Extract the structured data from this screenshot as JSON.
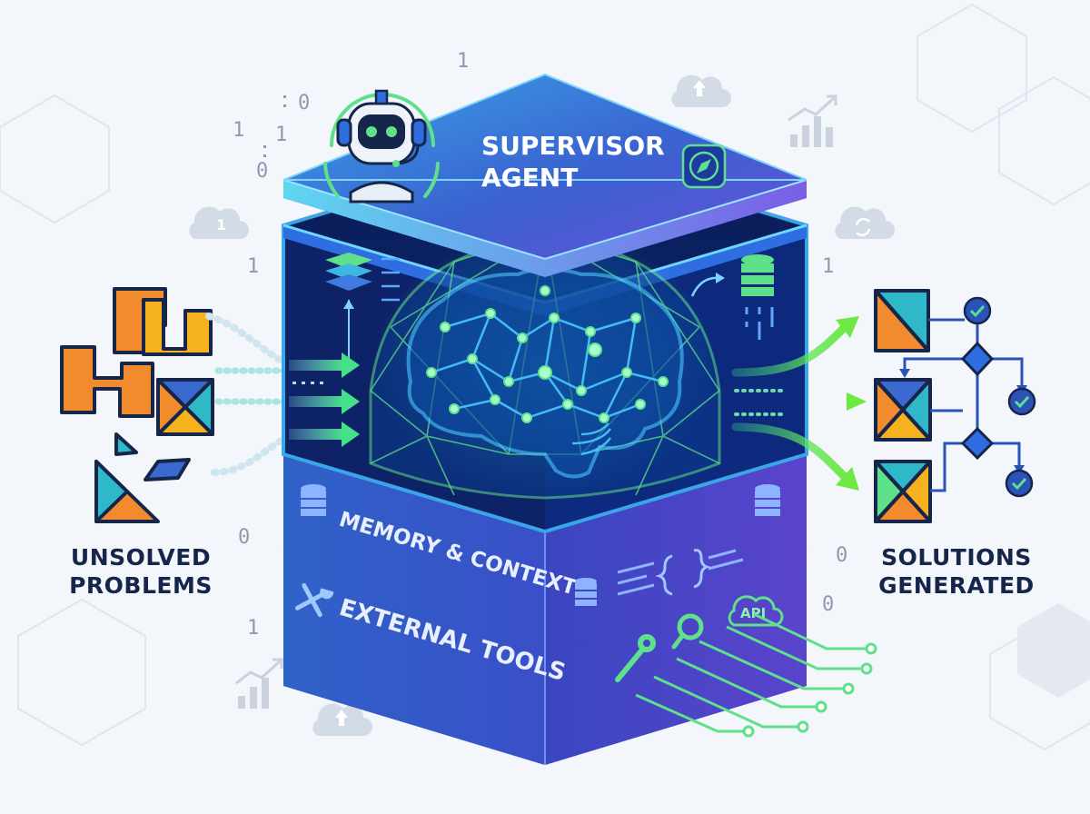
{
  "supervisor": {
    "line1": "SUPERVISOR",
    "line2": "AGENT"
  },
  "layers": {
    "memory": "MEMORY & CONTEXT",
    "tools": "EXTERNAL TOOLS"
  },
  "api_label": "API",
  "left_label": {
    "line1": "UNSOLVED",
    "line2": "PROBLEMS"
  },
  "right_label": {
    "line1": "SOLUTIONS",
    "line2": "GENERATED"
  },
  "binary_digits": [
    "1",
    "0",
    "1",
    "1",
    "0",
    "1",
    "1",
    "0",
    "1",
    "0",
    "0",
    "1"
  ],
  "cloud_badges": [
    "1"
  ],
  "colors": {
    "navy": "#16264a",
    "panel_blue": "#2a52b8",
    "accent_green": "#4ee87a",
    "cyan": "#39c6e0",
    "violet": "#6a4fd8",
    "orange": "#f28a2e",
    "yellow": "#f6b21e",
    "teal": "#2fb8c8"
  },
  "icons": [
    "robot-headset-icon",
    "compass-icon",
    "brain-network-icon",
    "database-icon",
    "layers-icon",
    "wrench-icon",
    "magnifier-icon",
    "api-cloud-icon",
    "cloud-upload-icon",
    "cloud-sync-icon",
    "bar-chart-icon",
    "checkmark-icon",
    "code-braces-icon"
  ]
}
